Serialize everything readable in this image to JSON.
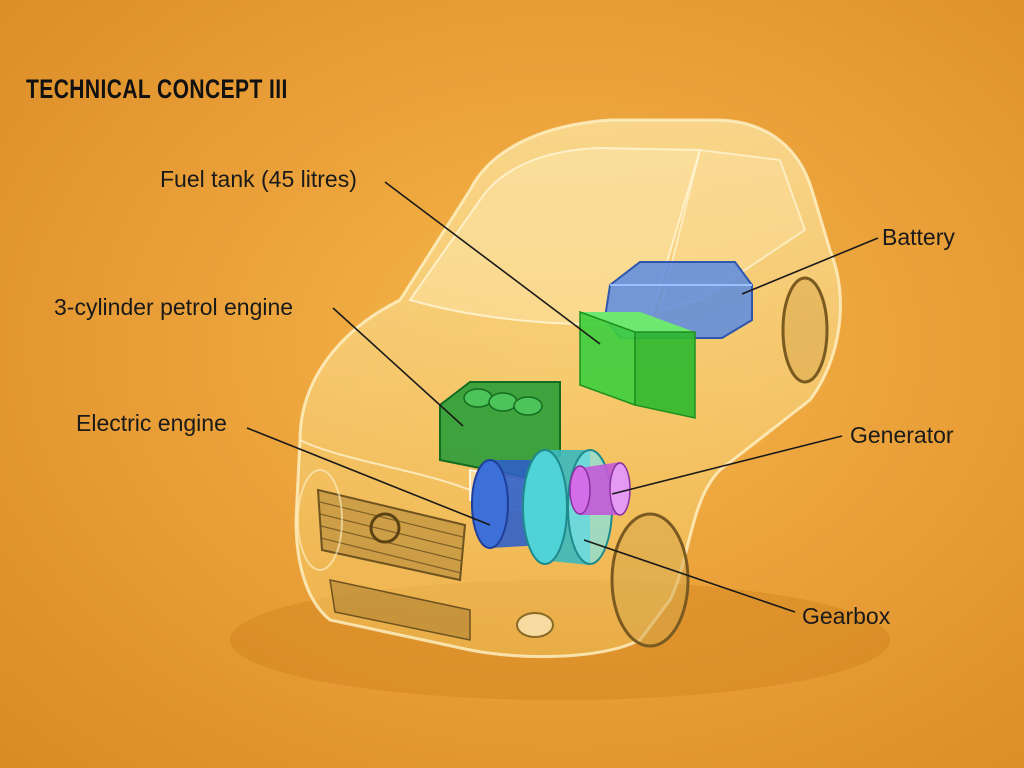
{
  "title": "TECHNICAL CONCEPT III",
  "labels": {
    "fuel_tank": "Fuel tank (45 litres)",
    "petrol_engine": "3-cylinder petrol engine",
    "electric_engine": "Electric engine",
    "battery": "Battery",
    "generator": "Generator",
    "gearbox": "Gearbox"
  },
  "colors": {
    "background": "#eba13a",
    "fuel_tank": "#3fcf3f",
    "petrol_engine": "#2e9e3a",
    "electric_engine": "#3d6fd8",
    "battery": "#5b8be0",
    "generator": "#d46ee8",
    "gearbox": "#4fd3d6"
  }
}
